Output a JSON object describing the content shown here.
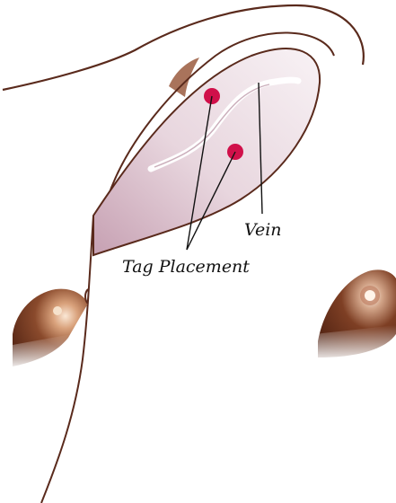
{
  "labels": {
    "vein": "Vein",
    "tag_placement": "Tag Placement"
  },
  "colors": {
    "outline": "#5a2a1c",
    "ear_inner_light": "#f6eef2",
    "ear_inner_dark": "#c9a4b4",
    "vein_highlight": "#ffffff",
    "tag_marker": "#d0104a",
    "eye_dark": "#5a2a18",
    "eye_mid": "#a0623e",
    "eye_light": "#f2d6b8",
    "leader_line": "#111111"
  },
  "icons": {
    "tag_marker": "red-dot",
    "eye": "eye"
  }
}
